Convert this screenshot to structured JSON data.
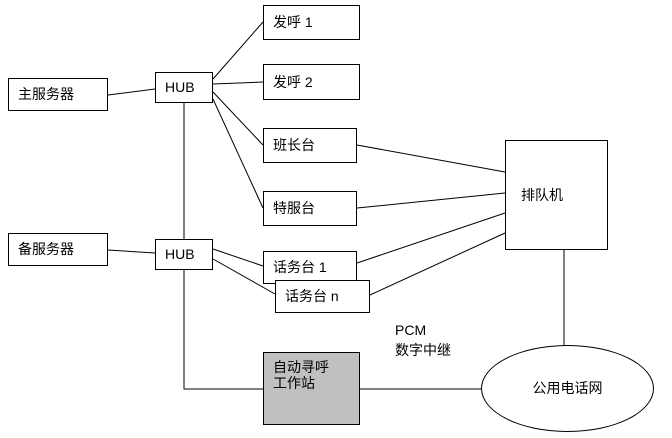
{
  "diagram": {
    "nodes": {
      "main_server": {
        "label": "主服务器"
      },
      "backup_server": {
        "label": "备服务器"
      },
      "hub_top": {
        "label": "HUB"
      },
      "hub_bottom": {
        "label": "HUB"
      },
      "caller_1": {
        "label": "发呼 1"
      },
      "caller_2": {
        "label": "发呼 2"
      },
      "supervisor_console": {
        "label": "班长台"
      },
      "special_service_console": {
        "label": "特服台"
      },
      "operator_console_1": {
        "label": "话务台 1"
      },
      "operator_console_n": {
        "label": "话务台 n"
      },
      "queue_machine": {
        "label": "排队机"
      },
      "auto_paging_workstation": {
        "label_line1": "自动寻呼",
        "label_line2": "工作站"
      },
      "public_telephone_network": {
        "label": "公用电话网"
      }
    },
    "annotations": {
      "pcm_trunk": {
        "line1": "PCM",
        "line2": "数字中继"
      }
    },
    "colors": {
      "line": "#000000",
      "box_fill": "#ffffff",
      "workstation_fill": "#c0c0c0",
      "background": "#ffffff"
    }
  }
}
